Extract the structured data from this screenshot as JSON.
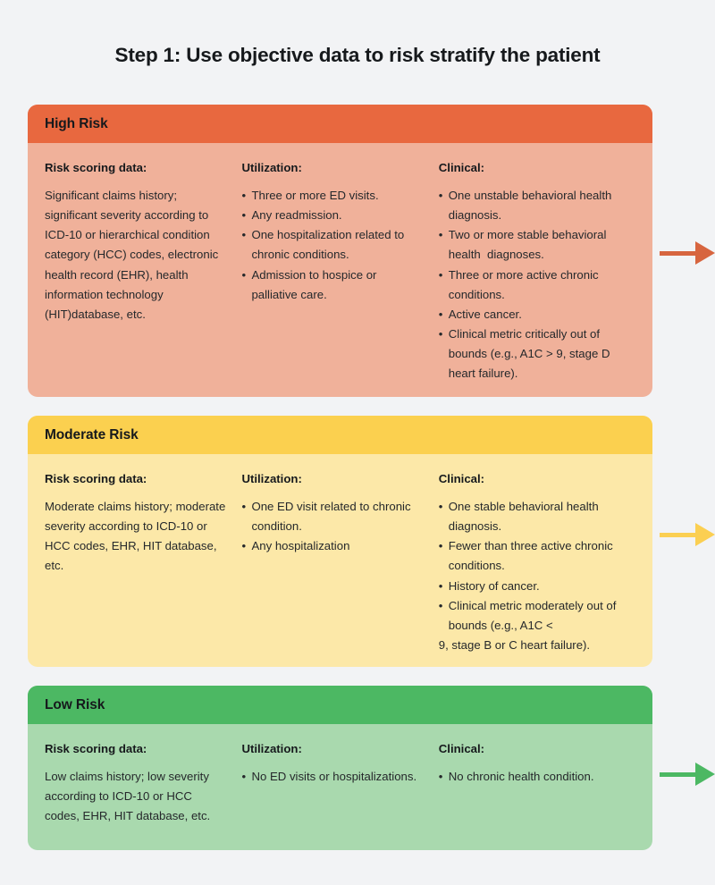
{
  "page": {
    "title": "Step 1: Use objective data to risk stratify the patient",
    "background_color": "#f2f3f5"
  },
  "column_headings": {
    "risk_scoring": "Risk scoring data:",
    "utilization": "Utilization:",
    "clinical": "Clinical:"
  },
  "cards": [
    {
      "id": "high-risk",
      "label": "High Risk",
      "header_color": "#e8683f",
      "body_color": "#f0b19a",
      "arrow_color": "#d7653f",
      "risk_scoring_heading": "Risk scoring data:",
      "risk_scoring_text": "Significant claims history; significant severity according to ICD-10 or hierarchical condition category (HCC) codes, electronic health record (EHR), health information technology (HIT)database, etc.",
      "utilization_heading": "Utilization:",
      "utilization_items": [
        "Three or more ED visits.",
        "Any readmission.",
        "One hospitalization related to chronic conditions.",
        "Admission to hospice or palliative care."
      ],
      "clinical_heading": "Clinical:",
      "clinical_items": [
        "One unstable behavioral health diagnosis.",
        "Two or more stable behavioral health  diagnoses.",
        "Three or more active chronic conditions.",
        "Active cancer.",
        "Clinical metric critically out of bounds (e.g., A1C > 9, stage D heart failure)."
      ]
    },
    {
      "id": "moderate-risk",
      "label": "Moderate Risk",
      "header_color": "#fbd04f",
      "body_color": "#fce8a8",
      "arrow_color": "#fbcf52",
      "risk_scoring_heading": "Risk scoring data:",
      "risk_scoring_text": "Moderate claims history; moderate severity according to ICD-10 or HCC codes, EHR, HIT database, etc.",
      "utilization_heading": "Utilization:",
      "utilization_items": [
        "One ED visit related to chronic condition.",
        "Any hospitalization"
      ],
      "clinical_heading": "Clinical:",
      "clinical_items": [
        "One stable behavioral health diagnosis.",
        "Fewer than three active chronic conditions.",
        "History of cancer.",
        "Clinical metric moderately out of bounds (e.g., A1C <"
      ],
      "clinical_trailing_line": "9, stage B or C heart failure)."
    },
    {
      "id": "low-risk",
      "label": "Low Risk",
      "header_color": "#4cb863",
      "body_color": "#a9d9ae",
      "arrow_color": "#4cb863",
      "risk_scoring_heading": "Risk scoring data:",
      "risk_scoring_text": "Low claims history; low severity according to ICD-10 or HCC codes, EHR, HIT database, etc.",
      "utilization_heading": "Utilization:",
      "utilization_items": [
        "No ED visits or hospitalizations."
      ],
      "clinical_heading": "Clinical:",
      "clinical_items": [
        "No chronic health condition."
      ]
    }
  ]
}
